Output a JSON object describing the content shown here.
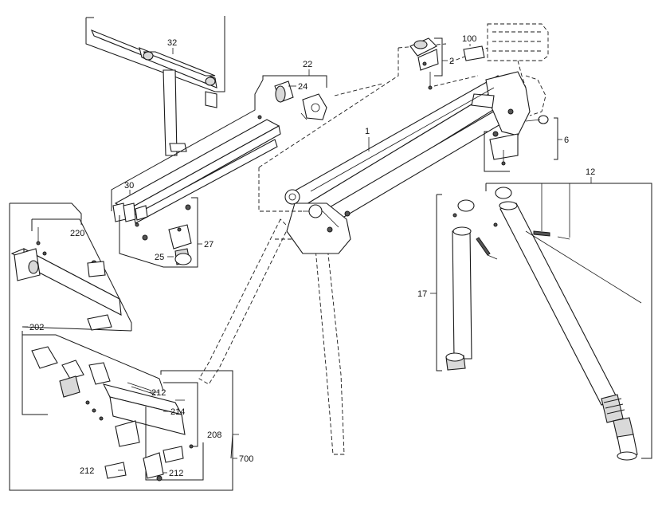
{
  "callouts": {
    "c1": "1",
    "c2": "2",
    "c6": "6",
    "c12": "12",
    "c17": "17",
    "c22": "22",
    "c24": "24",
    "c25": "25",
    "c27": "27",
    "c30": "30",
    "c32": "32",
    "c100": "100",
    "c202": "202",
    "c208": "208",
    "c212a": "212",
    "c212b": "212",
    "c212c": "212",
    "c214": "214",
    "c220": "220",
    "c700": "700"
  }
}
